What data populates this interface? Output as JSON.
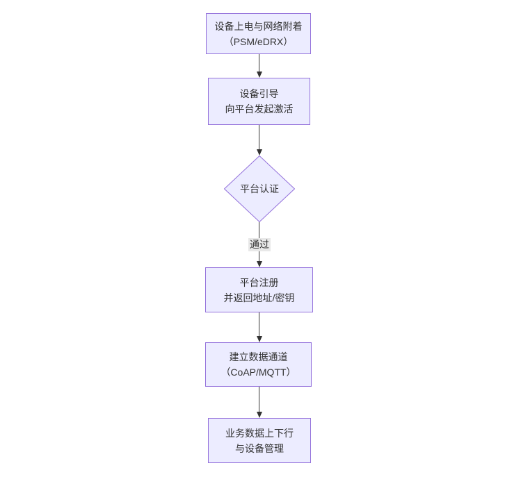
{
  "colors": {
    "background": "#ffffff",
    "node_fill": "#ececff",
    "node_border": "#9370db",
    "text": "#333333",
    "edge": "#333333",
    "edge_label_bg": "#e8e8e8"
  },
  "diagram": {
    "type": "flowchart",
    "direction": "top-down",
    "nodes": [
      {
        "id": "power_attach",
        "shape": "rect",
        "lines": [
          "设备上电与网络附着",
          "（PSM/eDRX）"
        ]
      },
      {
        "id": "bootstrap",
        "shape": "rect",
        "lines": [
          "设备引导",
          "向平台发起激活"
        ]
      },
      {
        "id": "platform_auth",
        "shape": "diamond",
        "lines": [
          "平台认证"
        ]
      },
      {
        "id": "platform_register",
        "shape": "rect",
        "lines": [
          "平台注册",
          "并返回地址/密钥"
        ]
      },
      {
        "id": "data_channel",
        "shape": "rect",
        "lines": [
          "建立数据通道",
          "（CoAP/MQTT）"
        ]
      },
      {
        "id": "business_data",
        "shape": "rect",
        "lines": [
          "业务数据上下行",
          "与设备管理"
        ]
      }
    ],
    "edges": [
      {
        "from": "power_attach",
        "to": "bootstrap",
        "label": ""
      },
      {
        "from": "bootstrap",
        "to": "platform_auth",
        "label": ""
      },
      {
        "from": "platform_auth",
        "to": "platform_register",
        "label": "通过"
      },
      {
        "from": "platform_register",
        "to": "data_channel",
        "label": ""
      },
      {
        "from": "data_channel",
        "to": "business_data",
        "label": ""
      }
    ]
  }
}
